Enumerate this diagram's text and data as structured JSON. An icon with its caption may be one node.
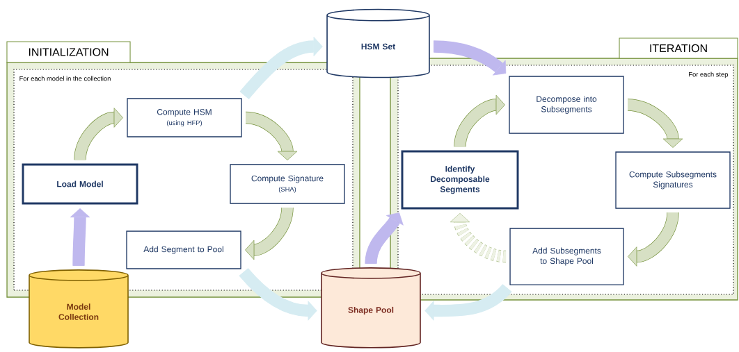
{
  "diagram": {
    "nodes": [
      {
        "text": [
          "INITIALIZATION"
        ]
      },
      {
        "text": [
          "For each model in the collection"
        ],
        "in": 0
      },
      {
        "text": [
          "Compute HSM",
          "(using HFP)"
        ],
        "in": 1
      },
      {
        "text": [
          "Load Model"
        ],
        "in": 1
      },
      {
        "text": [
          "Compute Signature",
          "(SHA)"
        ],
        "in": 1
      },
      {
        "text": [
          "Add Segment to Pool"
        ],
        "in": 1
      },
      {
        "text": [
          "ITERATION"
        ]
      },
      {
        "text": [
          "For each step"
        ],
        "in": 6
      },
      {
        "text": [
          "Decompose into Subsegments"
        ],
        "in": 7
      },
      {
        "text": [
          "Identify Decomposable Segments"
        ],
        "in": 7
      },
      {
        "text": [
          "Compute Subsegments Signatures"
        ],
        "in": 7
      },
      {
        "text": [
          "Add Subsegments to Shape Pool"
        ],
        "in": 7
      },
      {
        "text": [
          "HSM Set"
        ]
      },
      {
        "text": [
          "Model Collection"
        ]
      },
      {
        "text": [
          "Shape Pool"
        ]
      }
    ],
    "edges": [
      {
        "from": 3,
        "to": 2,
        "arrow": "to"
      },
      {
        "from": 2,
        "to": 4,
        "arrow": "to"
      },
      {
        "from": 4,
        "to": 5,
        "arrow": "to"
      },
      {
        "from": 2,
        "to": 12,
        "arrow": "to",
        "color": "#d6ecf2"
      },
      {
        "from": 13,
        "to": 3,
        "arrow": "to",
        "color": "#bfb8ee"
      },
      {
        "from": 5,
        "to": 14,
        "arrow": "to",
        "color": "#d6ecf2"
      },
      {
        "from": 12,
        "to": 8,
        "arrow": "to",
        "color": "#bfb8ee"
      },
      {
        "from": 14,
        "to": 9,
        "arrow": "to",
        "color": "#bfb8ee"
      },
      {
        "from": 9,
        "to": 8,
        "arrow": "to"
      },
      {
        "from": 8,
        "to": 10,
        "arrow": "to"
      },
      {
        "from": 10,
        "to": 11,
        "arrow": "to"
      },
      {
        "from": 11,
        "to": 14,
        "arrow": "to",
        "color": "#d6ecf2"
      },
      {
        "from": 11,
        "to": 9,
        "arrow": "to",
        "style": "dashed"
      }
    ]
  }
}
